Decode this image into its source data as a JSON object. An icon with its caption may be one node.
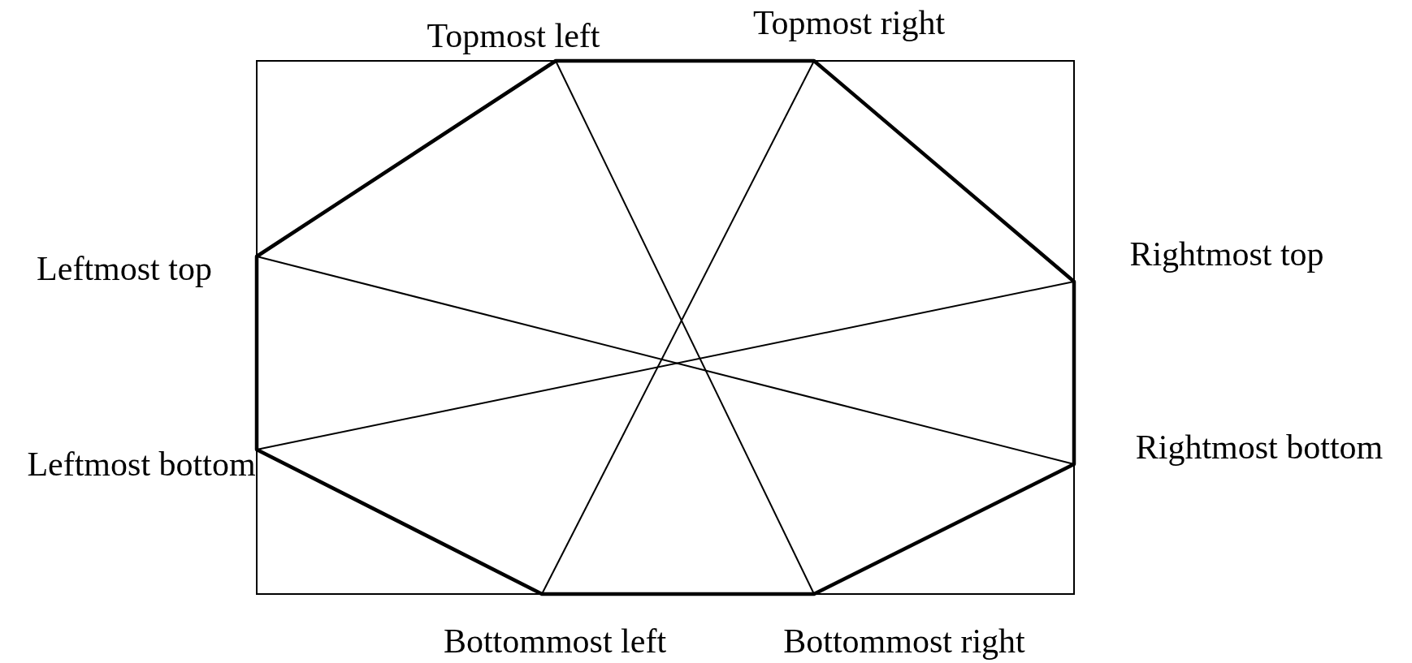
{
  "diagram": {
    "labels": [
      "Topmost left",
      "Topmost right",
      "Leftmost top",
      "Rightmost top",
      "Leftmost bottom",
      "Rightmost bottom",
      "Bottommost left",
      "Bottommost right"
    ]
  }
}
